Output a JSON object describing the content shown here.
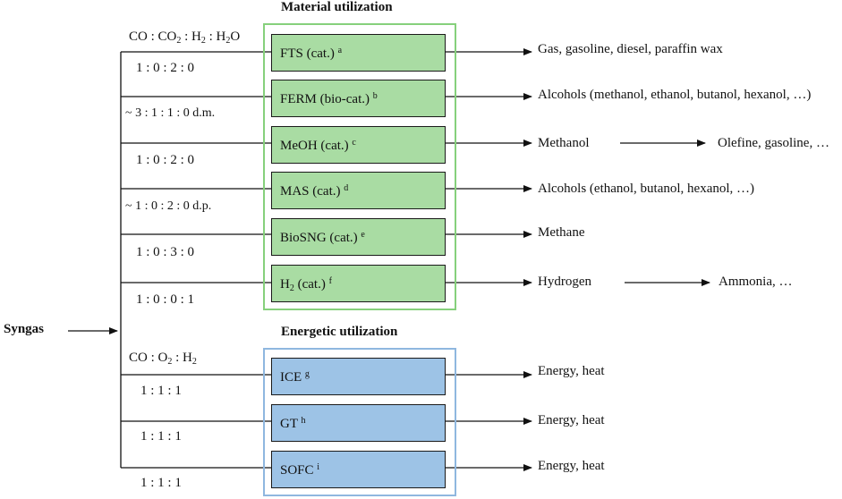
{
  "headers": {
    "material": "Material utilization",
    "energetic": "Energetic utilization"
  },
  "source": "Syngas",
  "ratio_headers": {
    "material": {
      "p1": "CO : CO",
      "s1": "2",
      "p2": " : H",
      "s2": "2",
      "p3": " : H",
      "s3": "2",
      "p4": "O"
    },
    "energetic": {
      "p1": "CO : O",
      "s1": "2",
      "p2": " : H",
      "s2": "2"
    }
  },
  "material": [
    {
      "name": "FTS (cat.)",
      "note": "a",
      "ratio": "1 : 0 : 2 : 0",
      "product": "Gas, gasoline, diesel, paraffin wax",
      "next": ""
    },
    {
      "name": "FERM (bio-cat.)",
      "note": "b",
      "ratio": "~ 3 : 1 : 1 : 0  d.m.",
      "product": "Alcohols (methanol, ethanol, butanol, hexanol, …)",
      "next": ""
    },
    {
      "name": "MeOH (cat.)",
      "note": "c",
      "ratio": "1 : 0 : 2 : 0",
      "product": "Methanol",
      "next": "Olefine, gasoline, …"
    },
    {
      "name": "MAS (cat.)",
      "note": "d",
      "ratio": "~ 1 : 0 : 2 : 0  d.p.",
      "product": "Alcohols (ethanol, butanol, hexanol, …)",
      "next": ""
    },
    {
      "name": "BioSNG (cat.)",
      "note": "e",
      "ratio": "1 : 0 : 3 : 0",
      "product": "Methane",
      "next": ""
    },
    {
      "name_main": "H",
      "name_sub": "2",
      "name_rest": " (cat.)",
      "note": "f",
      "ratio": "1 : 0 : 0 : 1",
      "product": "Hydrogen",
      "next": "Ammonia, …"
    }
  ],
  "energetic": [
    {
      "name": "ICE",
      "note": "g",
      "ratio": "1 : 1 : 1",
      "product": "Energy, heat"
    },
    {
      "name": "GT",
      "note": "h",
      "ratio": "1 : 1 : 1",
      "product": "Energy, heat"
    },
    {
      "name": "SOFC",
      "note": "i",
      "ratio": "1 : 1 : 1",
      "product": "Energy, heat"
    }
  ],
  "colors": {
    "material_fill": "#a9dca3",
    "material_frame": "#86d07c",
    "energetic_fill": "#9dc3e6",
    "energetic_frame": "#8fb7df",
    "line": "#111111"
  }
}
